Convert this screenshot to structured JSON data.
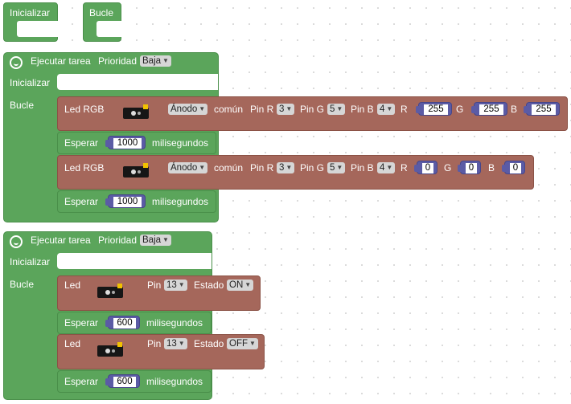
{
  "top_blocks": {
    "inicializar_label": "Inicializar",
    "bucle_label": "Bucle"
  },
  "task1": {
    "header_label": "Ejecutar tarea",
    "priority_label": "Prioridad",
    "priority_value": "Baja",
    "init_label": "Inicializar",
    "loop_label": "Bucle",
    "rgb1": {
      "label": "Led RGB",
      "anode_value": "Ánodo",
      "common_label": "común",
      "pin_r_label": "Pin R",
      "pin_r_value": "3",
      "pin_g_label": "Pin G",
      "pin_g_value": "5",
      "pin_b_label": "Pin B",
      "pin_b_value": "4",
      "r_label": "R",
      "r_value": "255",
      "g_label": "G",
      "g_value": "255",
      "b_label": "B",
      "b_value": "255"
    },
    "wait1": {
      "label": "Esperar",
      "value": "1000",
      "unit": "milisegundos"
    },
    "rgb2": {
      "label": "Led RGB",
      "anode_value": "Ánodo",
      "common_label": "común",
      "pin_r_label": "Pin R",
      "pin_r_value": "3",
      "pin_g_label": "Pin G",
      "pin_g_value": "5",
      "pin_b_label": "Pin B",
      "pin_b_value": "4",
      "r_label": "R",
      "r_value": "0",
      "g_label": "G",
      "g_value": "0",
      "b_label": "B",
      "b_value": "0"
    },
    "wait2": {
      "label": "Esperar",
      "value": "1000",
      "unit": "milisegundos"
    }
  },
  "task2": {
    "header_label": "Ejecutar tarea",
    "priority_label": "Prioridad",
    "priority_value": "Baja",
    "init_label": "Inicializar",
    "loop_label": "Bucle",
    "led1": {
      "label": "Led",
      "pin_label": "Pin",
      "pin_value": "13",
      "state_label": "Estado",
      "state_value": "ON"
    },
    "wait1": {
      "label": "Esperar",
      "value": "600",
      "unit": "milisegundos"
    },
    "led2": {
      "label": "Led",
      "pin_label": "Pin",
      "pin_value": "13",
      "state_label": "Estado",
      "state_value": "OFF"
    },
    "wait2": {
      "label": "Esperar",
      "value": "600",
      "unit": "milisegundos"
    }
  },
  "icons": {
    "task": "task-cycle-icon",
    "board": "led-board-icon"
  },
  "colors": {
    "control_green": "#5ba55b",
    "output_brown": "#a5675b",
    "number_purple": "#5b5ba5",
    "dropdown_grey": "#d6d6d6"
  }
}
